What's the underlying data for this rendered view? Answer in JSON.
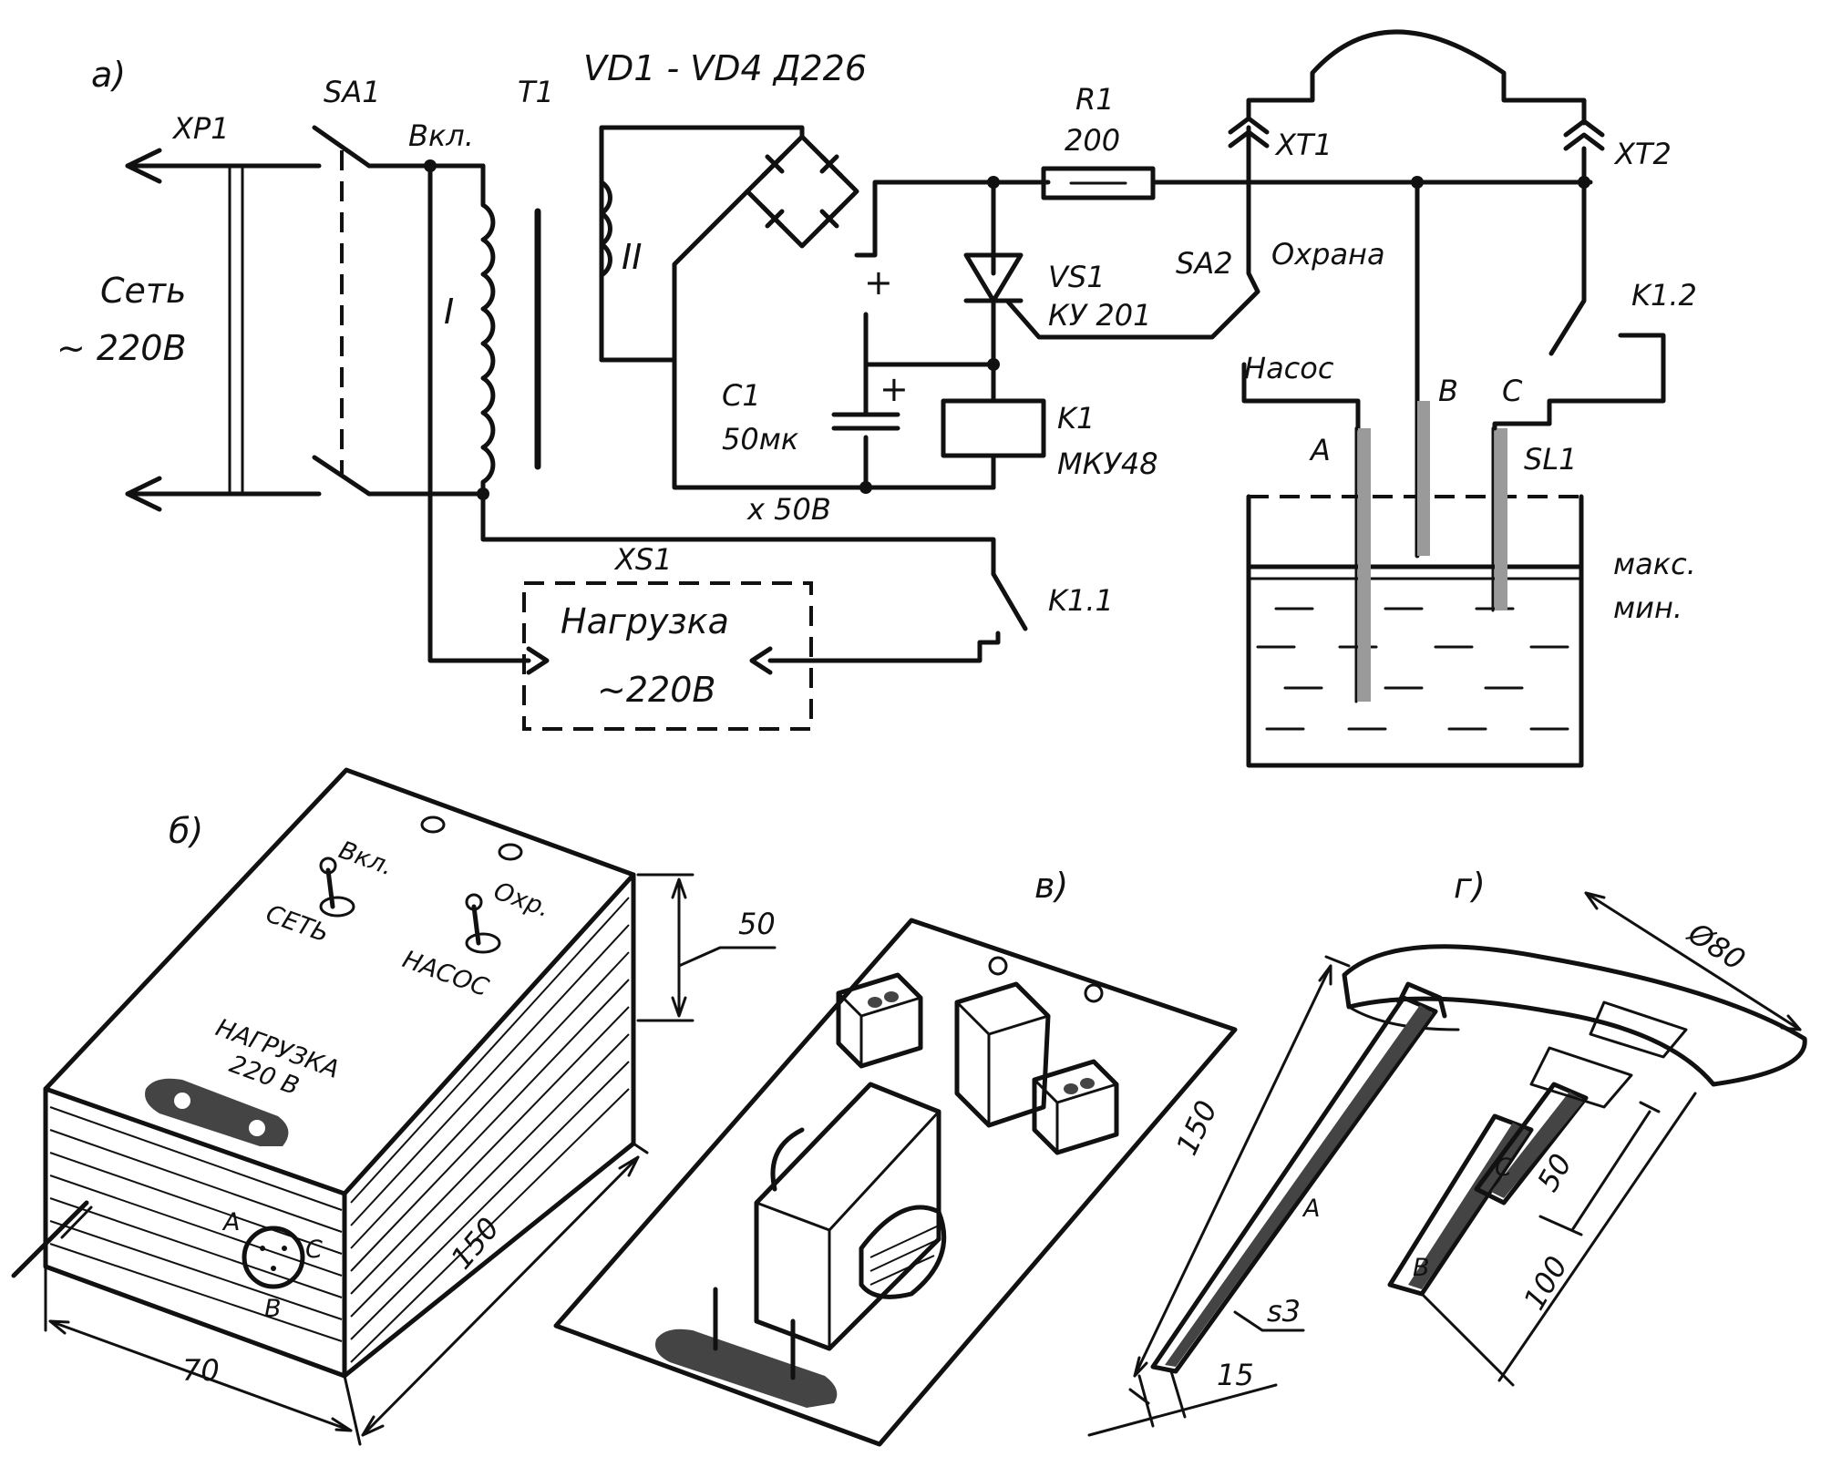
{
  "panel_a": {
    "label": "а)",
    "xp1": "XP1",
    "sa1": "SA1",
    "on": "Вкл.",
    "t1": "T1",
    "vd_title": "VD1 - VD4  Д226",
    "winding_1": "I",
    "winding_2": "II",
    "mains_1": "Сеть",
    "mains_2": "~ 220В",
    "plus_bridge": "+",
    "r1": "R1",
    "r1_val": "200",
    "xt1": "XT1",
    "xt2": "XT2",
    "vs1": "VS1",
    "vs1_type": "КУ 201",
    "sa2": "SA2",
    "guard": "Охрана",
    "k12": "K1.2",
    "pump": "Насос",
    "probe_b": "B",
    "probe_c": "C",
    "probe_a": "A",
    "sl1": "SL1",
    "max": "макс.",
    "min": "мин.",
    "c1": "C1",
    "c1_val": "50мк",
    "c1_volt": "х 50В",
    "plus_cap": "+",
    "k1": "K1",
    "k1_type": "МКУ48",
    "xs1": "XS1",
    "load": "Нагрузка",
    "load_v": "~220В",
    "k11": "K1.1"
  },
  "panel_b": {
    "label": "б)",
    "on": "Вкл.",
    "net": "СЕТЬ",
    "guard": "Охр.",
    "pump": "НАСОС",
    "load": "НАГРУЗКА",
    "load_v": "220 В",
    "pin_a": "A",
    "pin_b": "B",
    "pin_c": "C",
    "dim_height": "50",
    "dim_length": "150",
    "dim_width": "70"
  },
  "panel_v": {
    "label": "в)"
  },
  "panel_g": {
    "label": "г)",
    "dim_diameter": "Ø80",
    "dim_length": "150",
    "dim_c": "50",
    "dim_b": "100",
    "dim_width": "15",
    "thickness": "s3",
    "probe_a": "A",
    "probe_b": "B",
    "probe_c": "C"
  }
}
